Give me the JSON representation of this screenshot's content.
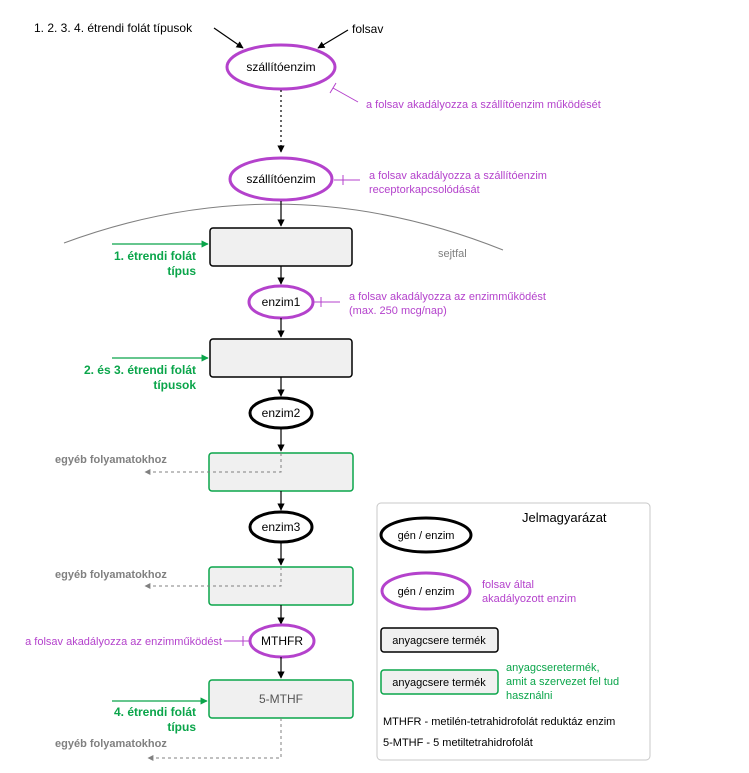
{
  "colors": {
    "purple": "#b442cc",
    "green": "#0aa54a",
    "gray": "#808080",
    "black": "#000000",
    "box_fill": "#f0f0f0"
  },
  "inputs": {
    "dietary_label": "1. 2. 3. 4. étrendi folát  típusok",
    "folic_label": "folsav"
  },
  "enzymes": {
    "transporter_1": "szállítóenzim",
    "transporter_2": "szállítóenzim",
    "enzyme1": "enzim1",
    "enzyme2": "enzim2",
    "enzyme3": "enzim3",
    "mthfr": "MTHFR"
  },
  "products": {
    "final": "5-MTHF"
  },
  "notes": {
    "transporter_block": "a folsav akadályozza a szállítóenzim működését",
    "receptor_block_line1": "a folsav akadályozza a szállítóenzim",
    "receptor_block_line2": "receptorkapcsolódását",
    "enzyme1_block_line1": "a folsav akadályozza az enzimműködést",
    "enzyme1_block_line2": "(max. 250 mcg/nap)",
    "mthfr_block": "a folsav akadályozza az enzimműködést"
  },
  "membrane_label": "sejtfal",
  "entries": {
    "type1_line1": "1. étrendi folát",
    "type1_line2": "típus",
    "type23_line1": "2. és 3. étrendi folát",
    "type23_line2": "típusok",
    "type4_line1": "4. étrendi folát",
    "type4_line2": "típus"
  },
  "other_processes": {
    "out1": "egyéb folyamatokhoz",
    "out2": "egyéb folyamatokhoz",
    "out3": "egyéb folyamatokhoz"
  },
  "legend": {
    "title": "Jelmagyarázat",
    "enzyme": "gén / enzim",
    "enzyme_blocked": "gén / enzim",
    "enzyme_blocked_desc_line1": "folsav által",
    "enzyme_blocked_desc_line2": "akadályozott enzim",
    "product": "anyagcsere termék",
    "product_usable": "anyagcsere termék",
    "product_usable_desc_line1": "anyagcseretermék,",
    "product_usable_desc_line2": "amit a szervezet fel tud",
    "product_usable_desc_line3": "használni",
    "abbr_mthfr": "MTHFR - metilén-tetrahidrofolát reduktáz enzim",
    "abbr_5mthf": "5-MTHF - 5 metiltetrahidrofolát"
  }
}
